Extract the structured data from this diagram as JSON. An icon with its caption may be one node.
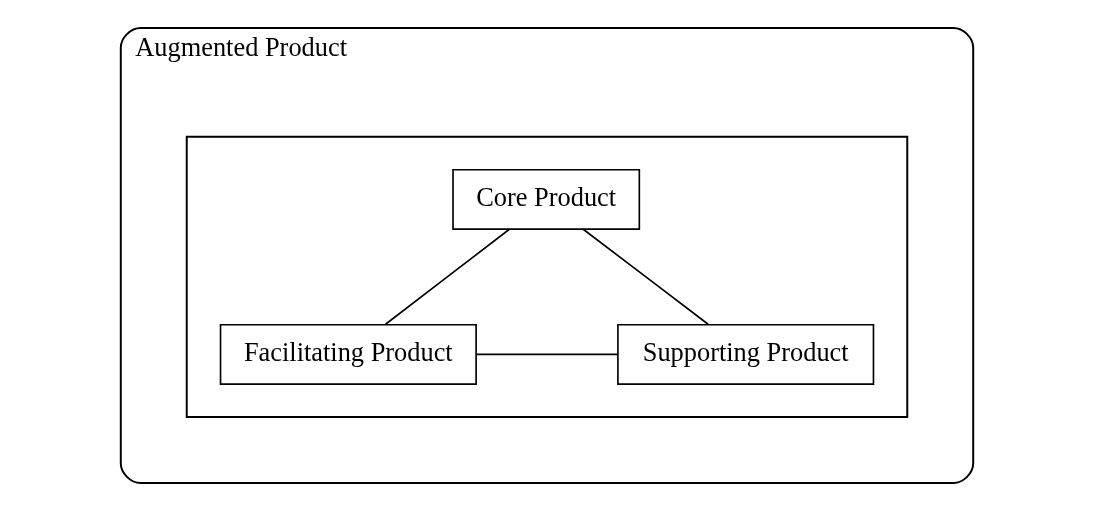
{
  "diagram": {
    "nodes": [
      {
        "text": [
          "Augmented Product"
        ]
      },
      {
        "text": [],
        "shape": "box",
        "in": 0
      },
      {
        "text": [
          "Core Product"
        ],
        "in": 1
      },
      {
        "text": [
          "Facilitating Product"
        ],
        "in": 1
      },
      {
        "text": [
          "Supporting Product"
        ],
        "in": 1
      }
    ],
    "edges": [
      {
        "from": 2,
        "to": 3,
        "arrow": "none"
      },
      {
        "from": 2,
        "to": 4,
        "arrow": "none"
      },
      {
        "from": 3,
        "to": 4,
        "arrow": "none"
      }
    ]
  }
}
